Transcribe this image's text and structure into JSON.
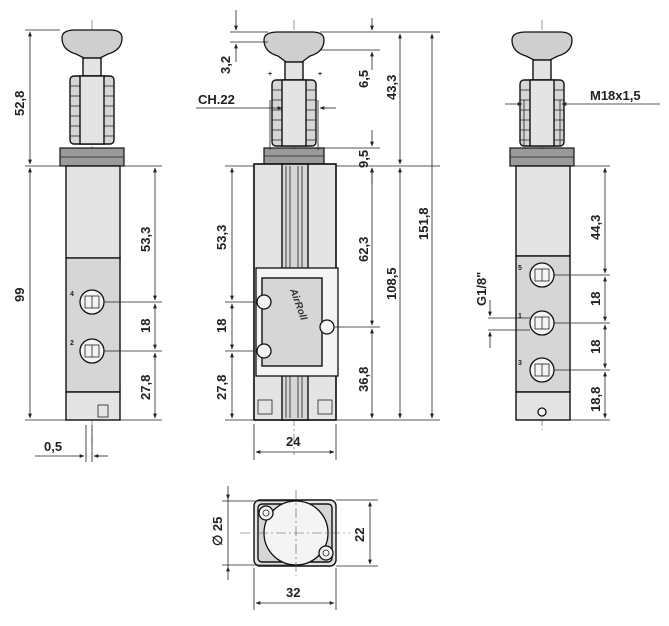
{
  "drawing": {
    "dims": {
      "left_top_height": "52,8",
      "left_body_height": "99",
      "left_upper_port": "53,3",
      "left_port_pitch": "18",
      "left_lower": "27,8",
      "left_offset": "0,5",
      "front_head": "3,2",
      "front_stroke": "6,5",
      "front_overall_top": "43,3",
      "front_nut": "9,5",
      "front_body": "62,3",
      "front_total_body": "108,5",
      "front_total": "151,8",
      "front_hole_upper": "53,3",
      "front_hole_pitch": "18",
      "front_hole_lower": "27,8",
      "front_hole_right": "36,8",
      "front_width": "24",
      "wrench": "CH.22",
      "thread": "M18x1,5",
      "port_thread": "G1/8\"",
      "right_upper": "44,3",
      "right_pitch_1": "18",
      "right_pitch_2": "18",
      "right_lower": "18,8",
      "bottom_diameter": "∅ 25",
      "bottom_depth": "22",
      "bottom_width": "32"
    },
    "ports": {
      "left_a": "4",
      "left_b": "2",
      "right_a": "5",
      "right_b": "1",
      "right_c": "3"
    },
    "logo_text": "AirRoll"
  }
}
